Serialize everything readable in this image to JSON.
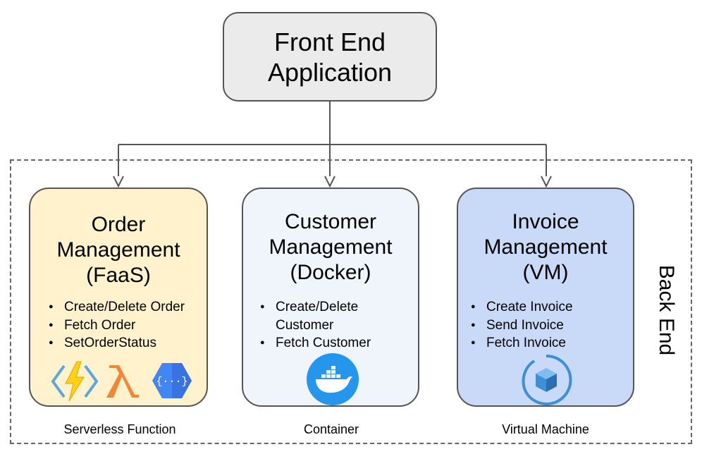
{
  "frontend": {
    "title_line1": "Front End",
    "title_line2": "Application"
  },
  "backend": {
    "label": "Back End"
  },
  "services": [
    {
      "title_line1": "Order",
      "title_line2": "Management",
      "title_line3": "(FaaS)",
      "bullets": [
        "Create/Delete Order",
        "Fetch Order",
        "SetOrderStatus"
      ],
      "caption": "Serverless Function",
      "icons": [
        "azure-functions-icon",
        "aws-lambda-icon",
        "google-cloud-functions-icon"
      ]
    },
    {
      "title_line1": "Customer",
      "title_line2": "Management",
      "title_line3": "(Docker)",
      "bullets": [
        "Create/Delete",
        "Customer",
        "Fetch Customer"
      ],
      "caption": "Container",
      "icons": [
        "docker-icon"
      ]
    },
    {
      "title_line1": "Invoice",
      "title_line2": "Management",
      "title_line3": "(VM)",
      "bullets": [
        "Create Invoice",
        "Send Invoice",
        "Fetch Invoice"
      ],
      "caption": "Virtual Machine",
      "icons": [
        "virtual-machine-cube-icon"
      ]
    }
  ],
  "colors": {
    "frontend_fill": "#ebebeb",
    "order_fill": "#fff2cc",
    "customer_fill": "#f0f5fb",
    "invoice_fill": "#c9daf8",
    "lambda_orange": "#f58536",
    "docker_blue": "#2496ed",
    "vm_blue": "#3d8fd6"
  }
}
